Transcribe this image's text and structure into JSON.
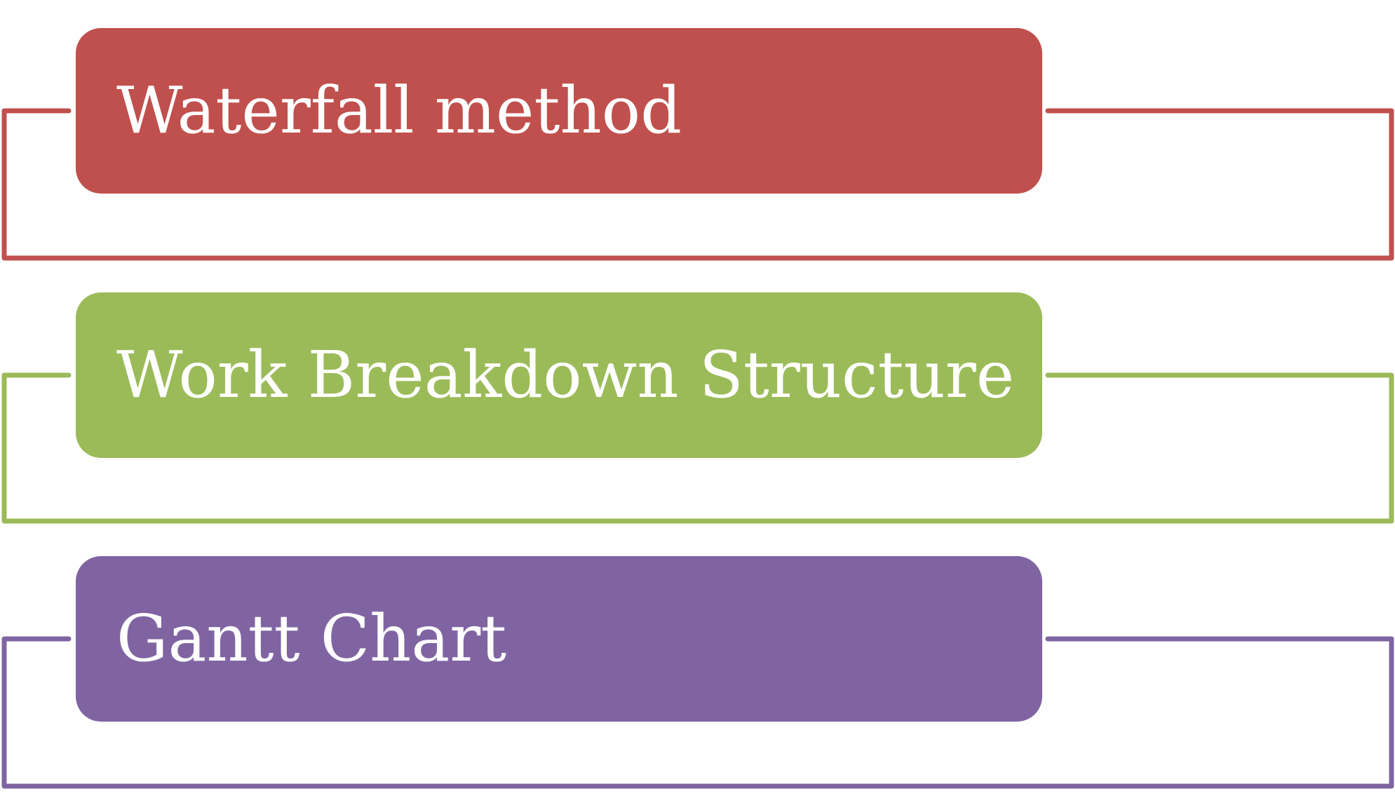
{
  "diagram": {
    "items": [
      {
        "label": "Waterfall method",
        "color": "#c0504d"
      },
      {
        "label": "Work Breakdown Structure",
        "color": "#9bbb59"
      },
      {
        "label": "Gantt Chart",
        "color": "#8064a2"
      }
    ]
  }
}
